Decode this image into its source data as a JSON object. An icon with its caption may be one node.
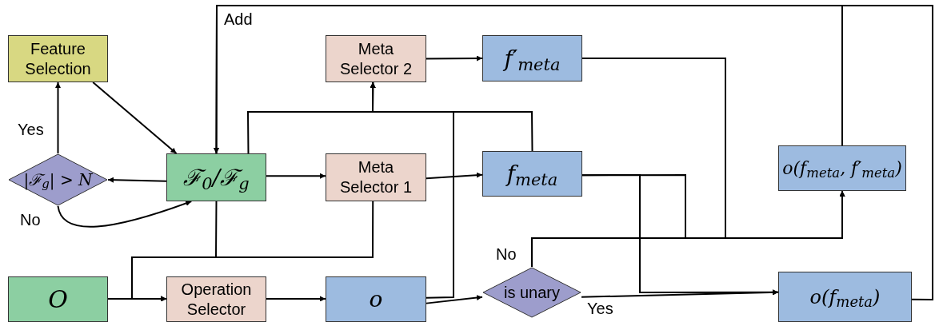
{
  "diagram": {
    "nodes": [
      {
        "text": [
          "Feature Selection"
        ]
      },
      {
        "text": [
          "|ℱ$_{g}$| > N"
        ]
      },
      {
        "text": [
          "ℱ$_{0}$/ℱ$_{g}$"
        ]
      },
      {
        "text": [
          "Meta Selector 2"
        ]
      },
      {
        "text": [
          "f′$_{meta}$"
        ]
      },
      {
        "text": [
          "Meta Selector 1"
        ]
      },
      {
        "text": [
          "f$_{meta}$"
        ]
      },
      {
        "text": [
          "o(f$_{meta}$, f′$_{meta}$)"
        ]
      },
      {
        "text": [
          "O"
        ]
      },
      {
        "text": [
          "Operation Selector"
        ]
      },
      {
        "text": [
          "o"
        ]
      },
      {
        "text": [
          "is unary"
        ]
      },
      {
        "text": [
          "o(f$_{meta}$)"
        ]
      }
    ],
    "edges": [
      {
        "from": 1,
        "to": 0,
        "arrow": "to",
        "label": "Yes"
      },
      {
        "from": 0,
        "to": 2,
        "arrow": "to"
      },
      {
        "from": 2,
        "to": 1,
        "arrow": "to"
      },
      {
        "from": 1,
        "to": 2,
        "arrow": "to",
        "label": "No"
      },
      {
        "from": 2,
        "to": 5,
        "arrow": "to"
      },
      {
        "from": 2,
        "to": 3,
        "arrow": "to"
      },
      {
        "from": 6,
        "to": 3,
        "arrow": "to"
      },
      {
        "from": 10,
        "to": 3,
        "arrow": "to"
      },
      {
        "from": 3,
        "to": 4,
        "arrow": "to"
      },
      {
        "from": 5,
        "to": 6,
        "arrow": "to"
      },
      {
        "from": 2,
        "to": 9,
        "arrow": "to"
      },
      {
        "from": 5,
        "to": 9,
        "arrow": "to"
      },
      {
        "from": 8,
        "to": 9,
        "arrow": "to"
      },
      {
        "from": 9,
        "to": 10,
        "arrow": "to"
      },
      {
        "from": 10,
        "to": 11,
        "arrow": "to"
      },
      {
        "from": 11,
        "to": 12,
        "arrow": "to",
        "label": "Yes"
      },
      {
        "from": 6,
        "to": 12,
        "arrow": "to"
      },
      {
        "from": 6,
        "to": 7,
        "arrow": "to"
      },
      {
        "from": 4,
        "to": 7,
        "arrow": "to"
      },
      {
        "from": 11,
        "to": 7,
        "arrow": "to",
        "label": "No"
      },
      {
        "from": 7,
        "to": 2,
        "arrow": "to",
        "label": "Add"
      },
      {
        "from": 12,
        "to": 2,
        "arrow": "to"
      }
    ]
  }
}
